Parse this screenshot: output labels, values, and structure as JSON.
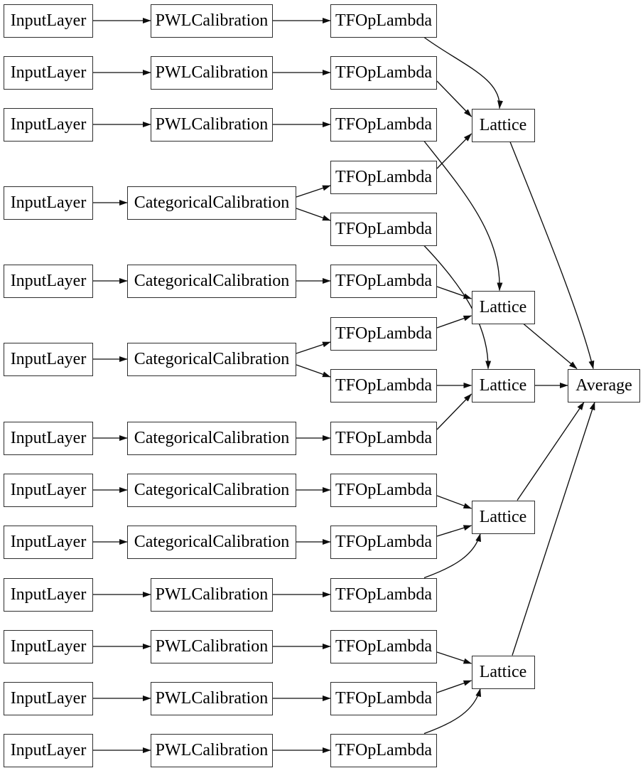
{
  "diagram": {
    "type": "model-graph",
    "colors": {
      "background": "#ffffff",
      "node_fill": "#ffffff",
      "node_border": "#2e2e2e",
      "edge": "#0d0d0d",
      "text": "#000000"
    },
    "nodes": [
      {
        "id": "il1",
        "type": "input-layer",
        "label": "InputLayer"
      },
      {
        "id": "pwl1",
        "type": "pwl-calibration",
        "label": "PWLCalibration"
      },
      {
        "id": "tf1",
        "type": "tfop-lambda",
        "label": "TFOpLambda"
      },
      {
        "id": "il2",
        "type": "input-layer",
        "label": "InputLayer"
      },
      {
        "id": "pwl2",
        "type": "pwl-calibration",
        "label": "PWLCalibration"
      },
      {
        "id": "tf2",
        "type": "tfop-lambda",
        "label": "TFOpLambda"
      },
      {
        "id": "il3",
        "type": "input-layer",
        "label": "InputLayer"
      },
      {
        "id": "pwl3",
        "type": "pwl-calibration",
        "label": "PWLCalibration"
      },
      {
        "id": "tf3",
        "type": "tfop-lambda",
        "label": "TFOpLambda"
      },
      {
        "id": "lat1",
        "type": "lattice",
        "label": "Lattice"
      },
      {
        "id": "tf4",
        "type": "tfop-lambda",
        "label": "TFOpLambda"
      },
      {
        "id": "il4",
        "type": "input-layer",
        "label": "InputLayer"
      },
      {
        "id": "cat1",
        "type": "categorical-calibration",
        "label": "CategoricalCalibration"
      },
      {
        "id": "tf5",
        "type": "tfop-lambda",
        "label": "TFOpLambda"
      },
      {
        "id": "il5",
        "type": "input-layer",
        "label": "InputLayer"
      },
      {
        "id": "cat2",
        "type": "categorical-calibration",
        "label": "CategoricalCalibration"
      },
      {
        "id": "tf6",
        "type": "tfop-lambda",
        "label": "TFOpLambda"
      },
      {
        "id": "lat2",
        "type": "lattice",
        "label": "Lattice"
      },
      {
        "id": "tf7",
        "type": "tfop-lambda",
        "label": "TFOpLambda"
      },
      {
        "id": "il6",
        "type": "input-layer",
        "label": "InputLayer"
      },
      {
        "id": "cat3",
        "type": "categorical-calibration",
        "label": "CategoricalCalibration"
      },
      {
        "id": "tf8",
        "type": "tfop-lambda",
        "label": "TFOpLambda"
      },
      {
        "id": "lat3",
        "type": "lattice",
        "label": "Lattice"
      },
      {
        "id": "avg",
        "type": "average",
        "label": "Average"
      },
      {
        "id": "il7",
        "type": "input-layer",
        "label": "InputLayer"
      },
      {
        "id": "cat4",
        "type": "categorical-calibration",
        "label": "CategoricalCalibration"
      },
      {
        "id": "tf9",
        "type": "tfop-lambda",
        "label": "TFOpLambda"
      },
      {
        "id": "il8",
        "type": "input-layer",
        "label": "InputLayer"
      },
      {
        "id": "cat5",
        "type": "categorical-calibration",
        "label": "CategoricalCalibration"
      },
      {
        "id": "tf10",
        "type": "tfop-lambda",
        "label": "TFOpLambda"
      },
      {
        "id": "lat4",
        "type": "lattice",
        "label": "Lattice"
      },
      {
        "id": "il9",
        "type": "input-layer",
        "label": "InputLayer"
      },
      {
        "id": "cat6",
        "type": "categorical-calibration",
        "label": "CategoricalCalibration"
      },
      {
        "id": "tf11",
        "type": "tfop-lambda",
        "label": "TFOpLambda"
      },
      {
        "id": "il10",
        "type": "input-layer",
        "label": "InputLayer"
      },
      {
        "id": "pwl4",
        "type": "pwl-calibration",
        "label": "PWLCalibration"
      },
      {
        "id": "tf12",
        "type": "tfop-lambda",
        "label": "TFOpLambda"
      },
      {
        "id": "il11",
        "type": "input-layer",
        "label": "InputLayer"
      },
      {
        "id": "pwl5",
        "type": "pwl-calibration",
        "label": "PWLCalibration"
      },
      {
        "id": "tf13",
        "type": "tfop-lambda",
        "label": "TFOpLambda"
      },
      {
        "id": "lat5",
        "type": "lattice",
        "label": "Lattice"
      },
      {
        "id": "il12",
        "type": "input-layer",
        "label": "InputLayer"
      },
      {
        "id": "pwl6",
        "type": "pwl-calibration",
        "label": "PWLCalibration"
      },
      {
        "id": "tf14",
        "type": "tfop-lambda",
        "label": "TFOpLambda"
      },
      {
        "id": "il13",
        "type": "input-layer",
        "label": "InputLayer"
      },
      {
        "id": "pwl7",
        "type": "pwl-calibration",
        "label": "PWLCalibration"
      },
      {
        "id": "tf15",
        "type": "tfop-lambda",
        "label": "TFOpLambda"
      }
    ],
    "edges": [
      {
        "from": "il1",
        "to": "pwl1"
      },
      {
        "from": "pwl1",
        "to": "tf1"
      },
      {
        "from": "il2",
        "to": "pwl2"
      },
      {
        "from": "pwl2",
        "to": "tf2"
      },
      {
        "from": "il3",
        "to": "pwl3"
      },
      {
        "from": "pwl3",
        "to": "tf3"
      },
      {
        "from": "il4",
        "to": "cat1"
      },
      {
        "from": "cat1",
        "to": "tf4"
      },
      {
        "from": "cat1",
        "to": "tf5"
      },
      {
        "from": "il5",
        "to": "cat2"
      },
      {
        "from": "cat2",
        "to": "tf6"
      },
      {
        "from": "il6",
        "to": "cat3"
      },
      {
        "from": "cat3",
        "to": "tf7"
      },
      {
        "from": "cat3",
        "to": "tf8"
      },
      {
        "from": "il7",
        "to": "cat4"
      },
      {
        "from": "cat4",
        "to": "tf9"
      },
      {
        "from": "il8",
        "to": "cat5"
      },
      {
        "from": "cat5",
        "to": "tf10"
      },
      {
        "from": "il9",
        "to": "cat6"
      },
      {
        "from": "cat6",
        "to": "tf11"
      },
      {
        "from": "il10",
        "to": "pwl4"
      },
      {
        "from": "pwl4",
        "to": "tf12"
      },
      {
        "from": "il11",
        "to": "pwl5"
      },
      {
        "from": "pwl5",
        "to": "tf13"
      },
      {
        "from": "il12",
        "to": "pwl6"
      },
      {
        "from": "pwl6",
        "to": "tf14"
      },
      {
        "from": "il13",
        "to": "pwl7"
      },
      {
        "from": "pwl7",
        "to": "tf15"
      },
      {
        "from": "tf1",
        "to": "lat1"
      },
      {
        "from": "tf2",
        "to": "lat1"
      },
      {
        "from": "tf4",
        "to": "lat1"
      },
      {
        "from": "tf3",
        "to": "lat2"
      },
      {
        "from": "tf6",
        "to": "lat2"
      },
      {
        "from": "tf7",
        "to": "lat2"
      },
      {
        "from": "tf5",
        "to": "lat3"
      },
      {
        "from": "tf8",
        "to": "lat3"
      },
      {
        "from": "tf9",
        "to": "lat3"
      },
      {
        "from": "tf10",
        "to": "lat4"
      },
      {
        "from": "tf11",
        "to": "lat4"
      },
      {
        "from": "tf12",
        "to": "lat4"
      },
      {
        "from": "tf13",
        "to": "lat5"
      },
      {
        "from": "tf14",
        "to": "lat5"
      },
      {
        "from": "tf15",
        "to": "lat5"
      },
      {
        "from": "lat1",
        "to": "avg"
      },
      {
        "from": "lat2",
        "to": "avg"
      },
      {
        "from": "lat3",
        "to": "avg"
      },
      {
        "from": "lat4",
        "to": "avg"
      },
      {
        "from": "lat5",
        "to": "avg"
      }
    ]
  }
}
